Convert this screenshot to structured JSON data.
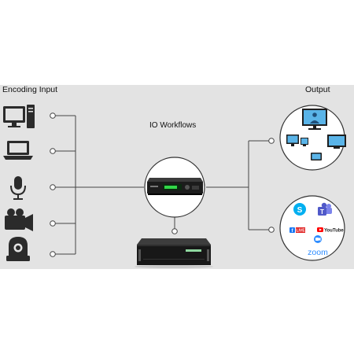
{
  "title": "IO Workflows",
  "input": {
    "heading": "Encoding Input",
    "items": [
      {
        "icon": "desktop-computer-icon"
      },
      {
        "icon": "laptop-icon"
      },
      {
        "icon": "microphone-icon"
      },
      {
        "icon": "video-camera-icon"
      },
      {
        "icon": "ptz-camera-icon"
      }
    ]
  },
  "device": {
    "encoder_icon": "encoder-device-icon",
    "server_icon": "rack-server-icon"
  },
  "output": {
    "heading": "Output",
    "displays": [
      "presentation-display-icon",
      "monitor-icon",
      "monitor-icon",
      "tv-screen-icon",
      "tablet-icon"
    ],
    "platforms": {
      "skype": "S",
      "teams": "T",
      "facebook_live": "LIVE",
      "youtube": "YouTube",
      "zoom": "zoom"
    }
  },
  "colors": {
    "panel": "#e3e3e3",
    "line": "#444444",
    "skype": "#00aff0",
    "teams": "#5059c9",
    "facebook": "#1877f2",
    "live_badge": "#e02020",
    "youtube": "#ff0000",
    "zoom": "#2d8cff",
    "screen_blue": "#4aa8e0"
  }
}
